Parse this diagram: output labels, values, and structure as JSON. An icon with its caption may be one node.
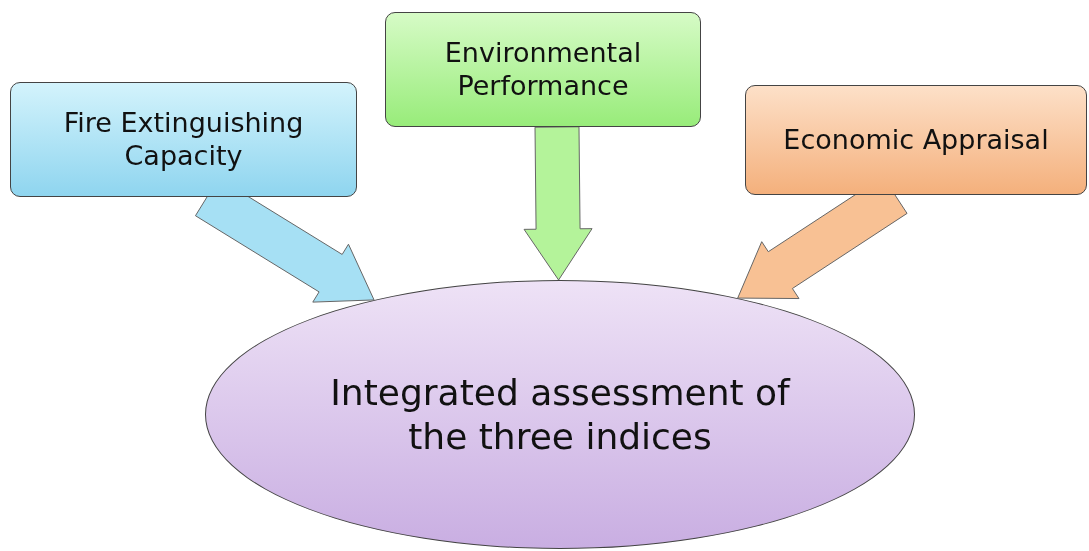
{
  "diagram": {
    "nodes": [
      {
        "text": [
          "Fire Extinguishing Capacity"
        ]
      },
      {
        "text": [
          "Environmental Performance"
        ]
      },
      {
        "text": [
          "Economic Appraisal"
        ]
      },
      {
        "text": [
          "Integrated assessment of the three indices"
        ]
      }
    ],
    "edges": [
      {
        "from": 0,
        "to": 3,
        "arrow": "to",
        "style": "thick",
        "color": "#a6e0f4"
      },
      {
        "from": 1,
        "to": 3,
        "arrow": "to",
        "style": "thick",
        "color": "#b4f39a"
      },
      {
        "from": 2,
        "to": 3,
        "arrow": "to",
        "style": "thick",
        "color": "#f8c194"
      }
    ]
  }
}
